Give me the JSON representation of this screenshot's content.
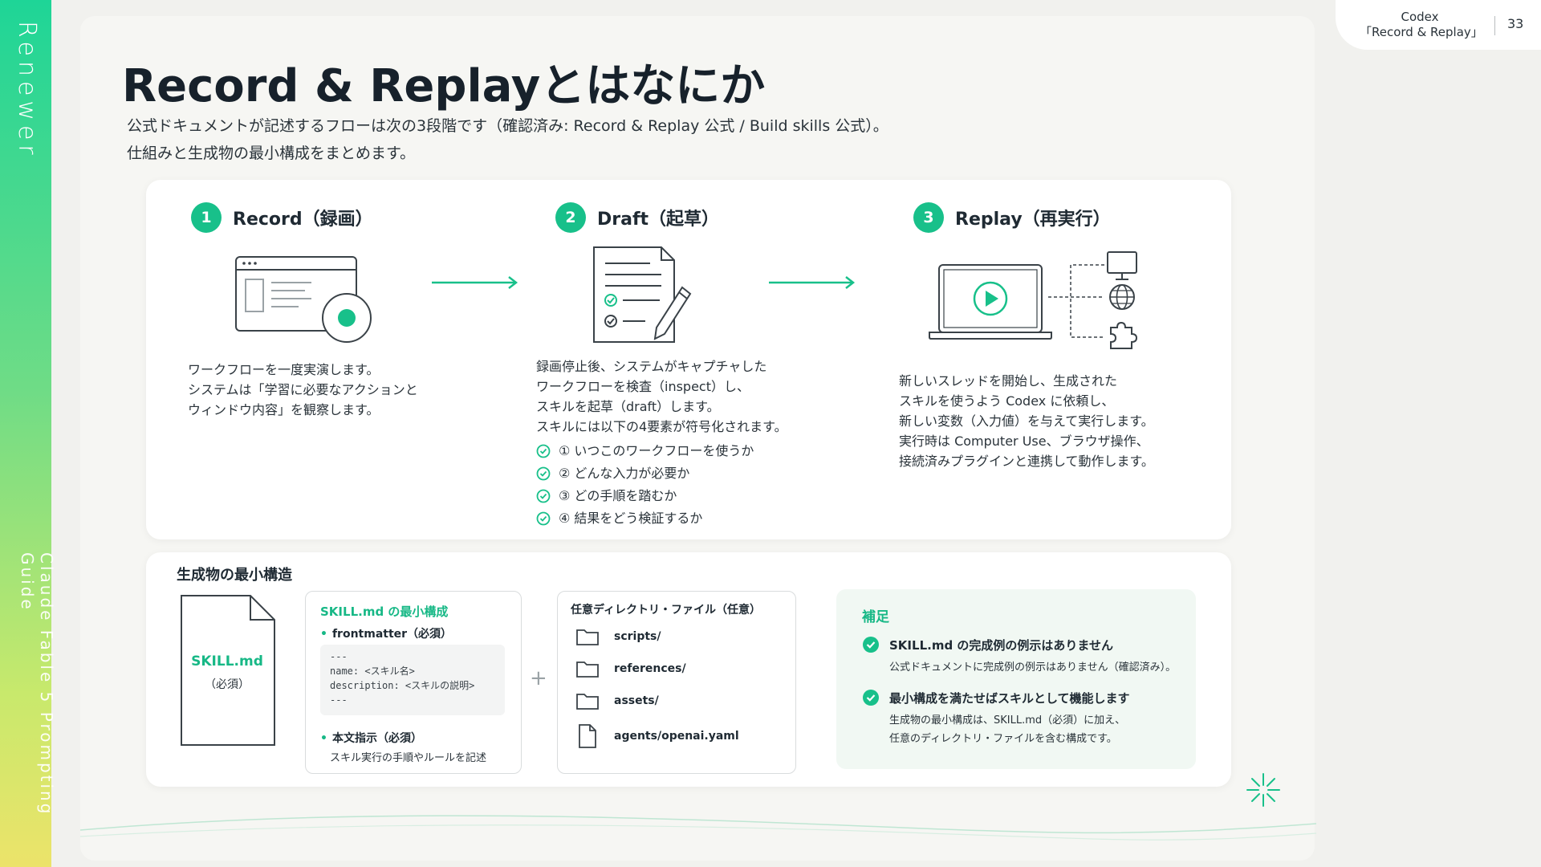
{
  "sidebar": {
    "brand": "Renewer",
    "guide": "Claude Fable 5 Prompting Guide"
  },
  "header": {
    "topic_line1": "Codex",
    "topic_line2": "「Record & Replay」",
    "page_number": "33"
  },
  "title": "Record & Replayとはなにか",
  "lead": {
    "line1": "公式ドキュメントが記述するフローは次の3段階です（確認済み: Record & Replay 公式 / Build skills 公式）。",
    "line2": "仕組みと生成物の最小構成をまとめます。"
  },
  "steps": [
    {
      "number": "1",
      "title": "Record（録画）",
      "lines": [
        "ワークフローを一度実演します。",
        "システムは「学習に必要なアクションと",
        "ウィンドウ内容」を観察します。"
      ]
    },
    {
      "number": "2",
      "title": "Draft（起草）",
      "lines": [
        "録画停止後、システムがキャプチャした",
        "ワークフローを検査（inspect）し、",
        "スキルを起草（draft）します。",
        "スキルには以下の4要素が符号化されます。"
      ],
      "checks": [
        "① いつこのワークフローを使うか",
        "② どんな入力が必要か",
        "③ どの手順を踏むか",
        "④ 結果をどう検証するか"
      ]
    },
    {
      "number": "3",
      "title": "Replay（再実行）",
      "lines": [
        "新しいスレッドを開始し、生成された",
        "スキルを使うよう Codex に依頼し、",
        "新しい変数（入力値）を与えて実行します。",
        "実行時は Computer Use、ブラウザ操作、",
        "接続済みプラグインと連携して動作します。"
      ]
    }
  ],
  "structure": {
    "label": "生成物の最小構造",
    "file": {
      "name": "SKILL.md",
      "required": "（必須）"
    },
    "skill_box": {
      "title": "SKILL.md の最小構成",
      "bullet1": "frontmatter（必須）",
      "code": [
        "---",
        "name: <スキル名>",
        "description: <スキルの説明>",
        "---"
      ],
      "bullet2": "本文指示（必須）",
      "bullet2_desc": "スキル実行の手順やルールを記述"
    },
    "plus": "+",
    "dirs_box": {
      "title": "任意ディレクトリ・ファイル（任意）",
      "items": [
        "scripts/",
        "references/",
        "assets/",
        "agents/openai.yaml"
      ]
    },
    "note": {
      "title": "補足",
      "point1": "SKILL.md の完成例の例示はありません",
      "point1_desc": "公式ドキュメントに完成例の例示はありません（確認済み）。",
      "point2": "最小構成を満たせばスキルとして機能します",
      "point2_desc1": "生成物の最小構成は、SKILL.md（必須）に加え、",
      "point2_desc2": "任意のディレクトリ・ファイルを含む構成です。"
    }
  },
  "colors": {
    "accent": "#18c08a",
    "accent_text": "#17b886",
    "ink": "#1f2a33",
    "note_bg": "#f1f8f3"
  },
  "icons": [
    "browser-window-icon",
    "record-button-icon",
    "document-pencil-icon",
    "laptop-play-icon",
    "monitor-icon",
    "globe-icon",
    "puzzle-icon",
    "folder-icon",
    "file-icon",
    "check-circle-icon",
    "spark-icon"
  ]
}
